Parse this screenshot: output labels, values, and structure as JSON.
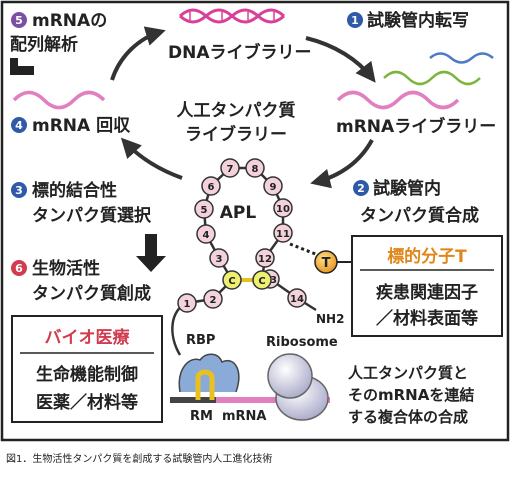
{
  "steps": {
    "s1": {
      "num": "1",
      "text": "試験管内転写",
      "color": "#2f5aa8"
    },
    "s2": {
      "num": "2",
      "line1": "試験管内",
      "line2": "タンパク質合成",
      "color": "#2f5aa8"
    },
    "s3": {
      "num": "3",
      "line1": "標的結合性",
      "line2": "タンパク質選択",
      "color": "#2f5aa8"
    },
    "s4": {
      "num": "4",
      "text": "mRNA 回収",
      "color": "#2f5aa8"
    },
    "s5": {
      "num": "5",
      "line1": "mRNAの",
      "line2": "配列解析",
      "color": "#7b4fa6"
    },
    "s6": {
      "num": "6",
      "line1": "生物活性",
      "line2": "タンパク質創成",
      "color": "#d23c4f"
    }
  },
  "cycle": {
    "dna_library": "DNAライブラリー",
    "mrna_library": "mRNAライブラリー",
    "protein_library_line1": "人工タンパク質",
    "protein_library_line2": "ライブラリー"
  },
  "apl": {
    "label": "APL",
    "residues": [
      "1",
      "2",
      "3",
      "4",
      "5",
      "6",
      "7",
      "8",
      "9",
      "10",
      "11",
      "12",
      "13",
      "14"
    ],
    "c_label": "C",
    "nh2_label": "NH2"
  },
  "target": {
    "t_label": "T",
    "box_title": "標的分子T",
    "line1": "疾患関連因子",
    "line2": "／材料表面等"
  },
  "bio_box": {
    "title": "バイオ医療",
    "line1": "生命機能制御",
    "line2": "医薬／材料等"
  },
  "complex": {
    "rbp": "RBP",
    "ribosome": "Ribosome",
    "rm": "RM",
    "mrna": "mRNA",
    "desc_line1": "人工タンパク質と",
    "desc_line2": "そのmRNAを連結",
    "desc_line3": "する複合体の合成"
  },
  "caption": "図1．生物活性タンパク質を創成する試験管内人工進化技術",
  "colors": {
    "dna_pink": "#d9409a",
    "mrna_pink": "#e17fbf",
    "green_wave": "#7bb63a",
    "blue_wave": "#4d79c7",
    "step_blue": "#2f5aa8",
    "target_orange": "#f0a020",
    "red": "#d23c4f",
    "residue_fill": "#f4d2dc",
    "c_fill": "#eef070"
  }
}
